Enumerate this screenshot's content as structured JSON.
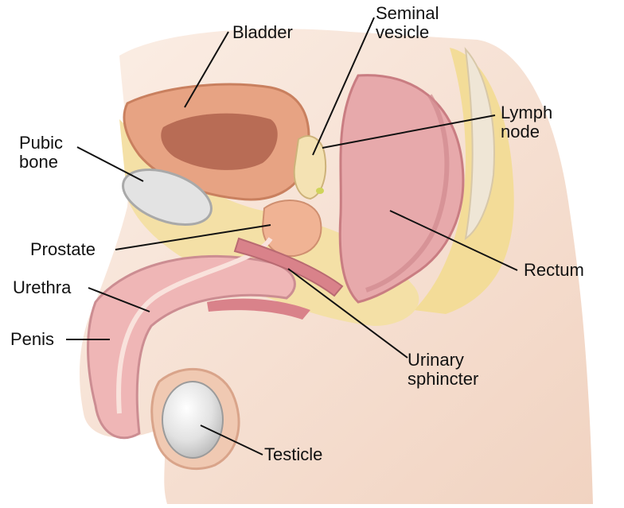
{
  "labels": {
    "bladder": "Bladder",
    "seminal_vesicle": [
      "Seminal",
      "vesicle"
    ],
    "lymph_node": [
      "Lymph",
      "node"
    ],
    "pubic_bone": [
      "Pubic",
      "bone"
    ],
    "prostate": "Prostate",
    "rectum": "Rectum",
    "urethra": "Urethra",
    "penis": "Penis",
    "urinary_sphincter": [
      "Urinary",
      "sphincter"
    ],
    "testicle": "Testicle"
  },
  "colors": {
    "skin": "#f7e3d6",
    "skin_shadow": "#e9c4ae",
    "fat": "#f3dc98",
    "muscle": "#d9828a",
    "organ": "#e8a98f",
    "rectum": "#e4a0a3",
    "bone": "#dfdfdf",
    "leader_line": "#111111"
  }
}
